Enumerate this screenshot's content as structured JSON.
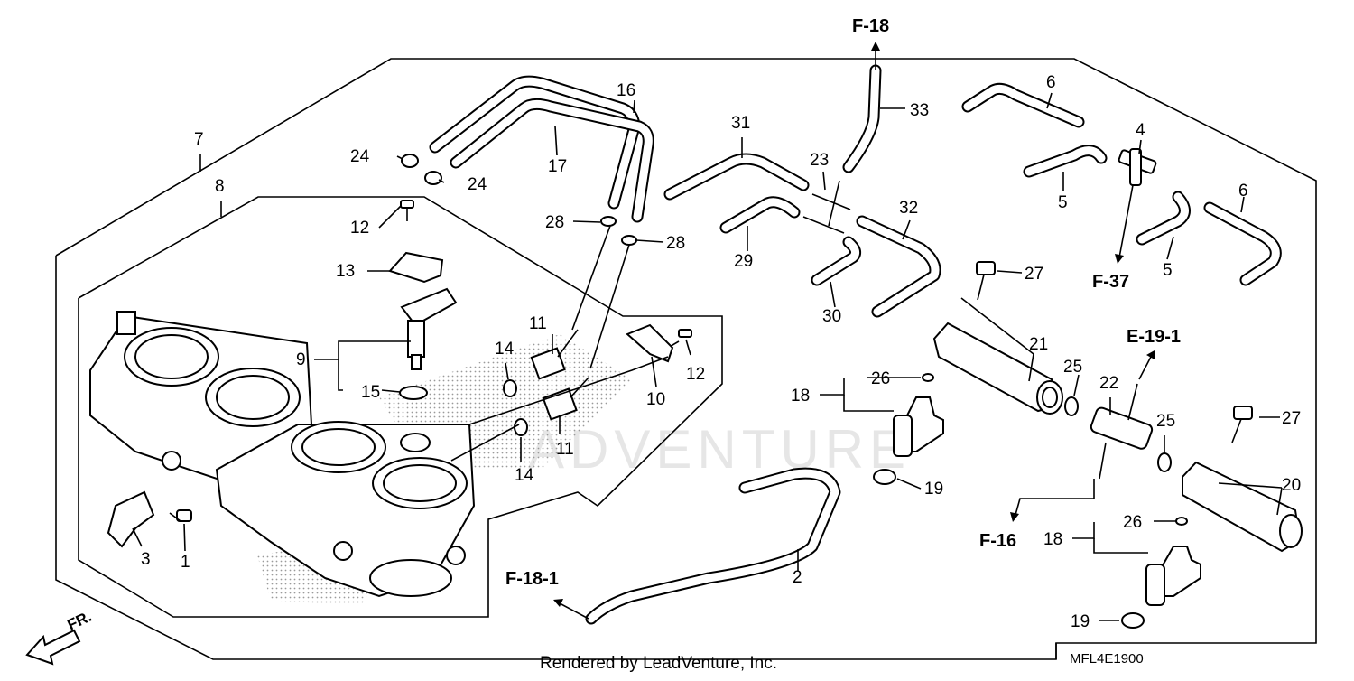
{
  "diagram": {
    "callouts": {
      "c1": "1",
      "c2": "2",
      "c3": "3",
      "c4": "4",
      "c5a": "5",
      "c5b": "5",
      "c6a": "6",
      "c6b": "6",
      "c7": "7",
      "c8": "8",
      "c9": "9",
      "c10": "10",
      "c11a": "11",
      "c11b": "11",
      "c12a": "12",
      "c12b": "12",
      "c13": "13",
      "c14a": "14",
      "c14b": "14",
      "c15": "15",
      "c16": "16",
      "c17": "17",
      "c18a": "18",
      "c18b": "18",
      "c19a": "19",
      "c19b": "19",
      "c20": "20",
      "c21": "21",
      "c22": "22",
      "c23": "23",
      "c24a": "24",
      "c24b": "24",
      "c25a": "25",
      "c25b": "25",
      "c26a": "26",
      "c26b": "26",
      "c27a": "27",
      "c27b": "27",
      "c28a": "28",
      "c28b": "28",
      "c29": "29",
      "c30": "30",
      "c31": "31",
      "c32": "32",
      "c33": "33"
    },
    "references": {
      "f18": "F-18",
      "f37": "F-37",
      "e19": "E-19-1",
      "f16": "F-16",
      "f181": "F-18-1"
    },
    "direction_label": "FR.",
    "diagram_code": "MFL4E1900",
    "footer": "Rendered by LeadVenture, Inc.",
    "watermark": "ADVENTURE"
  }
}
